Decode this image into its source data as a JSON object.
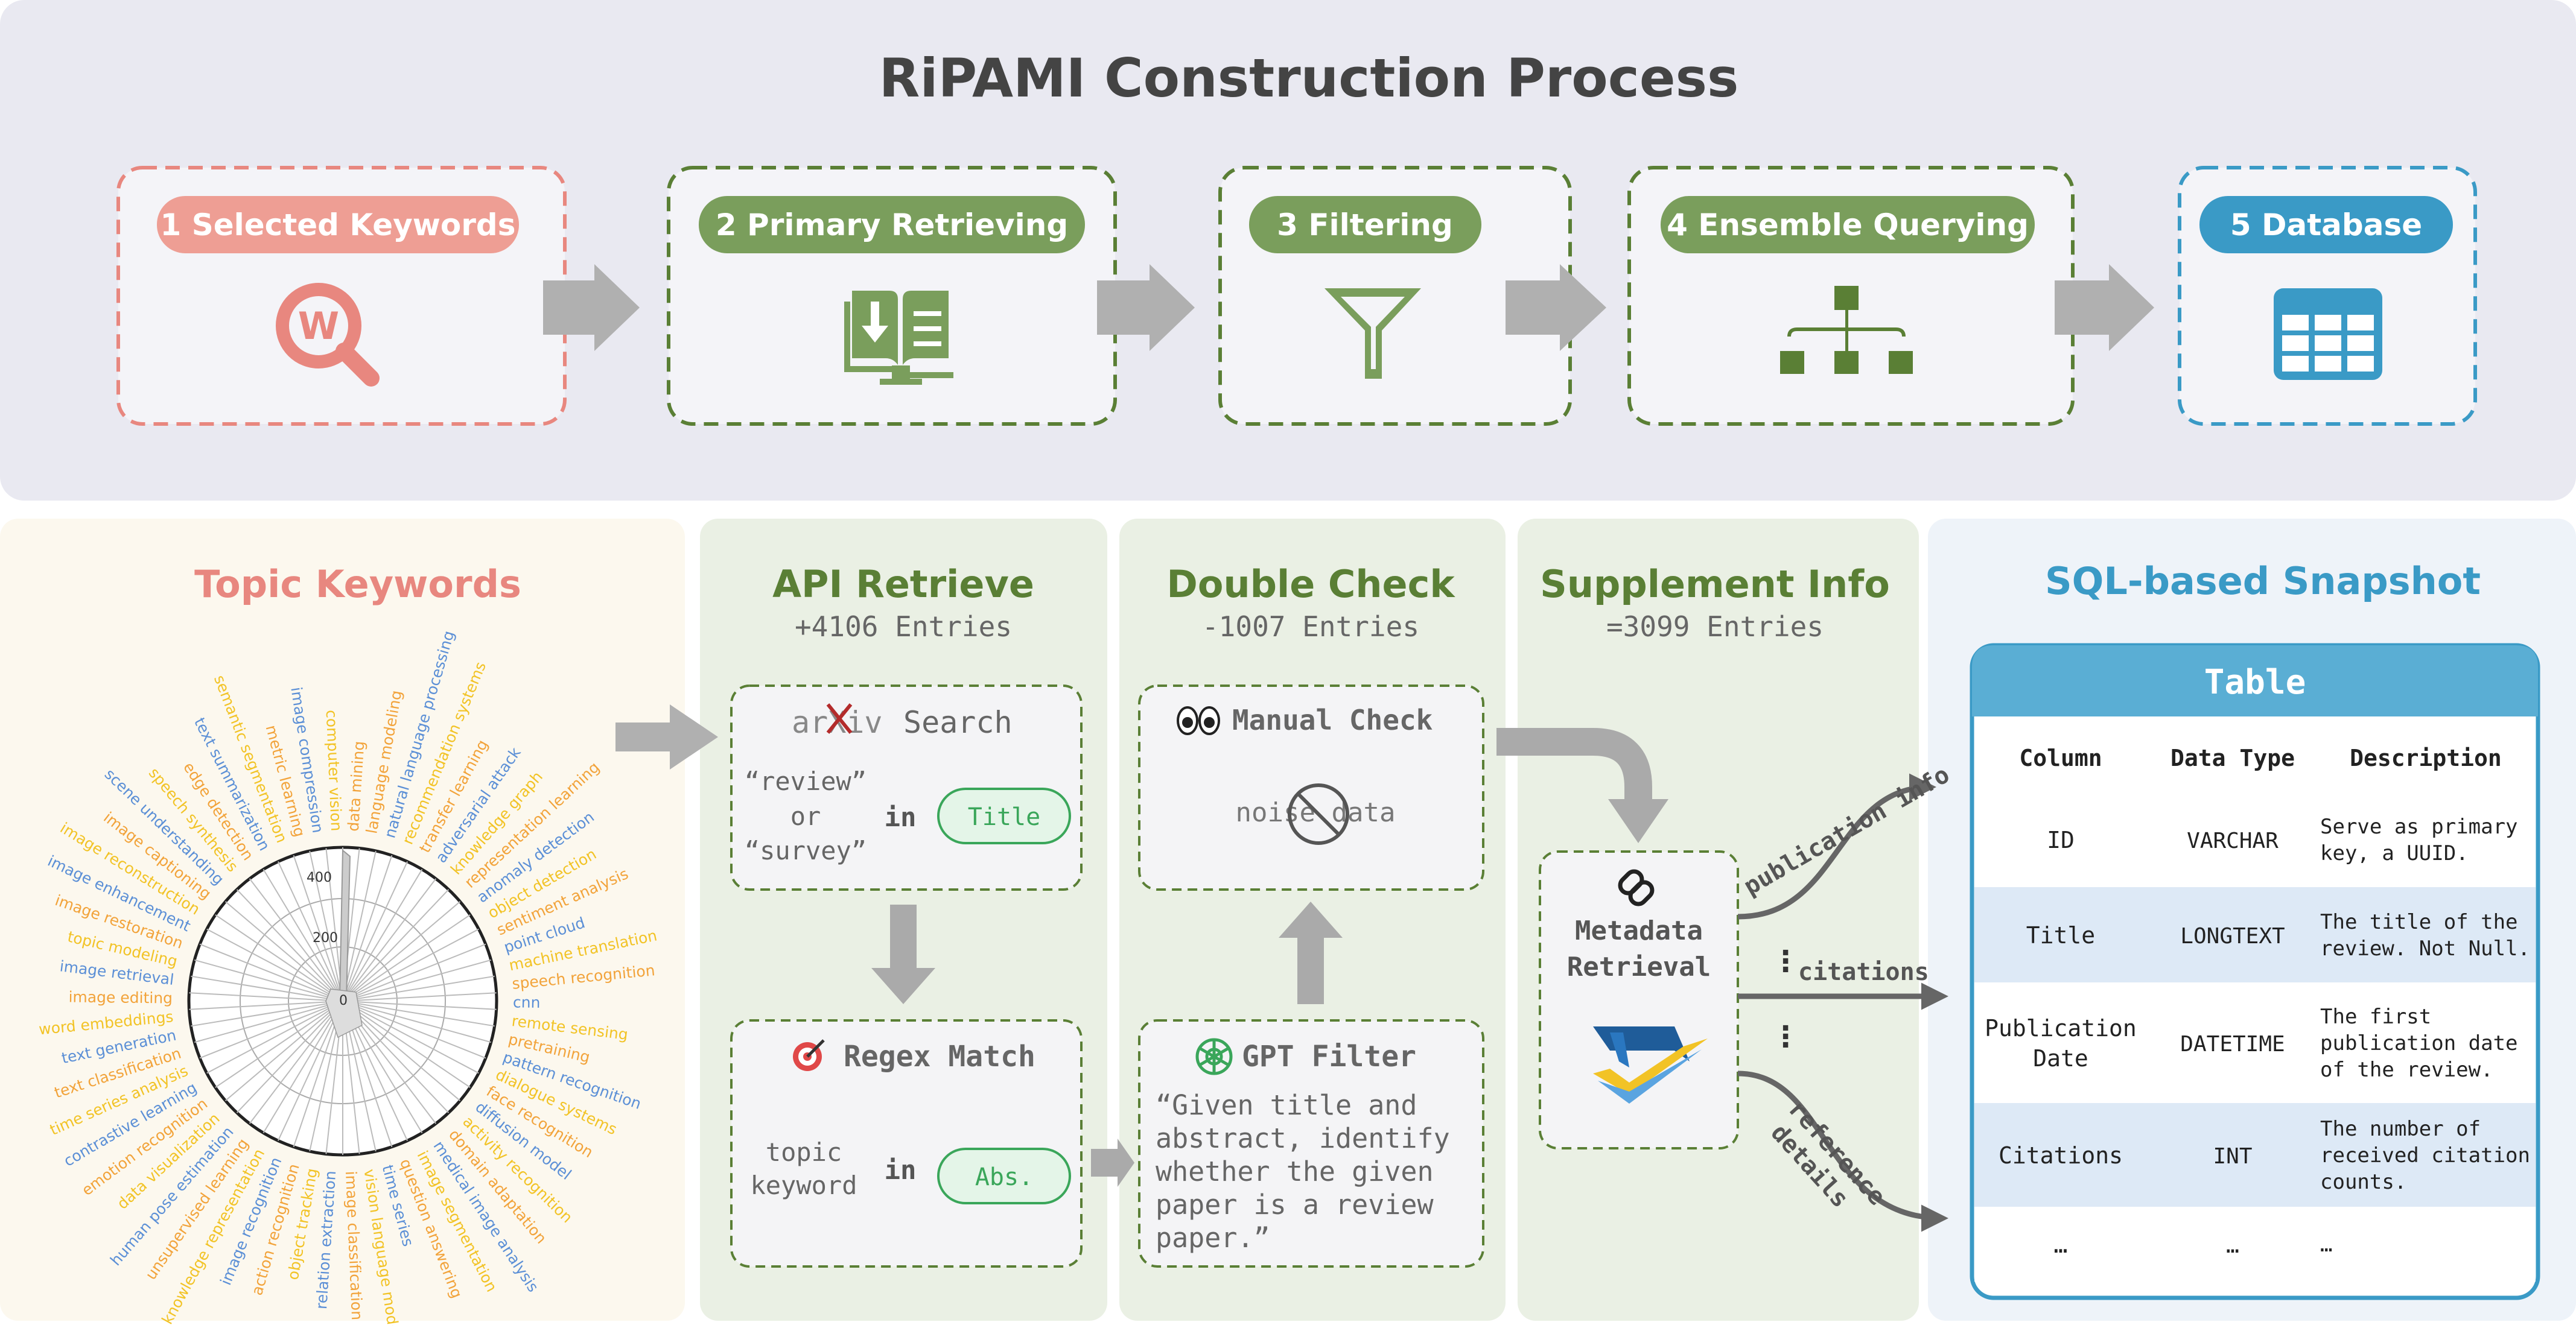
{
  "title": "RiPAMI Construction Process",
  "colors": {
    "top_bg": "#e9e9f1",
    "red": "#e8877f",
    "green": "#7a9e5c",
    "dark_green": "#5a7f35",
    "blue": "#3a9ac6",
    "arrow_gray": "#b0b0b0",
    "panel_cream": "#fcf8ee",
    "panel_green": "#eaf0e4",
    "panel_blue": "#eef3f9"
  },
  "steps": [
    {
      "label": "1 Selected Keywords",
      "icon": "wikipedia-search-icon"
    },
    {
      "label": "2 Primary Retrieving",
      "icon": "book-download-icon"
    },
    {
      "label": "3 Filtering",
      "icon": "funnel-icon"
    },
    {
      "label": "4 Ensemble Querying",
      "icon": "hierarchy-icon"
    },
    {
      "label": "5 Database",
      "icon": "table-grid-icon"
    }
  ],
  "topic": {
    "heading": "Topic Keywords",
    "ticks": [
      "400",
      "200",
      "0"
    ],
    "keywords": [
      "language modeling",
      "natural language processing",
      "recommendation systems",
      "transfer learning",
      "adversarial attack",
      "knowledge graph",
      "representation learning",
      "anomaly detection",
      "object detection",
      "sentiment analysis",
      "point cloud",
      "machine translation",
      "speech recognition",
      "cnn",
      "remote sensing",
      "pretraining",
      "pattern recognition",
      "dialogue systems",
      "face recognition",
      "diffusion model",
      "activity recognition",
      "domain adaptation",
      "medical image analysis",
      "image segmentation",
      "question answering",
      "time series",
      "vision language model",
      "image classification",
      "relation extraction",
      "object tracking",
      "action recognition",
      "image recognition",
      "knowledge representation",
      "unsupervised learning",
      "human pose estimation",
      "data visualization",
      "emotion recognition",
      "contrastive learning",
      "time series analysis",
      "text classification",
      "text generation",
      "word embeddings",
      "image editing",
      "image retrieval",
      "topic modeling",
      "image restoration",
      "image enhancement",
      "image reconstruction",
      "image captioning",
      "scene understanding",
      "speech synthesis",
      "edge detection",
      "text summarization",
      "semantic segmentation",
      "metric learning",
      "image compression",
      "computer vision",
      "data mining"
    ]
  },
  "api": {
    "heading": "API Retrieve",
    "count": "+4106 Entries",
    "search_box": {
      "logo": "arXiv",
      "label": "Search",
      "query_line1": "“review”",
      "query_line2": "or",
      "query_line3": "“survey”",
      "in": "in",
      "pill": "Title"
    },
    "regex_box": {
      "title": "Regex Match",
      "line1": "topic",
      "line2": "keyword",
      "in": "in",
      "pill": "Abs."
    }
  },
  "double": {
    "heading": "Double Check",
    "count": "-1007 Entries",
    "manual": {
      "title": "Manual Check",
      "noise": "noise data"
    },
    "gpt": {
      "title": "GPT Filter",
      "quote": [
        "“Given title and",
        "abstract, identify",
        "whether the given",
        "paper is a review",
        "paper.”"
      ]
    }
  },
  "supplement": {
    "heading": "Supplement Info",
    "count": "=3099 Entries",
    "metadata": [
      "Metadata",
      "Retrieval"
    ],
    "arrows": [
      "publication info",
      "citations",
      "reference details"
    ],
    "dots": [
      "⋮",
      "⋮"
    ]
  },
  "sql": {
    "heading": "SQL-based Snapshot",
    "table_title": "Table",
    "columns": [
      "Column",
      "Data Type",
      "Description"
    ],
    "rows": [
      {
        "col": [
          "ID"
        ],
        "type": "VARCHAR",
        "desc": [
          "Serve as primary",
          "key, a UUID."
        ]
      },
      {
        "col": [
          "Title"
        ],
        "type": "LONGTEXT",
        "desc": [
          "The title of the",
          "review. Not Null."
        ]
      },
      {
        "col": [
          "Publication",
          "Date"
        ],
        "type": "DATETIME",
        "desc": [
          "The first",
          "publication date",
          "of the review."
        ]
      },
      {
        "col": [
          "Citations"
        ],
        "type": "INT",
        "desc": [
          "The number of",
          "received citation",
          "counts."
        ]
      },
      {
        "col": [
          "…"
        ],
        "type": "…",
        "desc": [
          "…"
        ]
      }
    ]
  }
}
